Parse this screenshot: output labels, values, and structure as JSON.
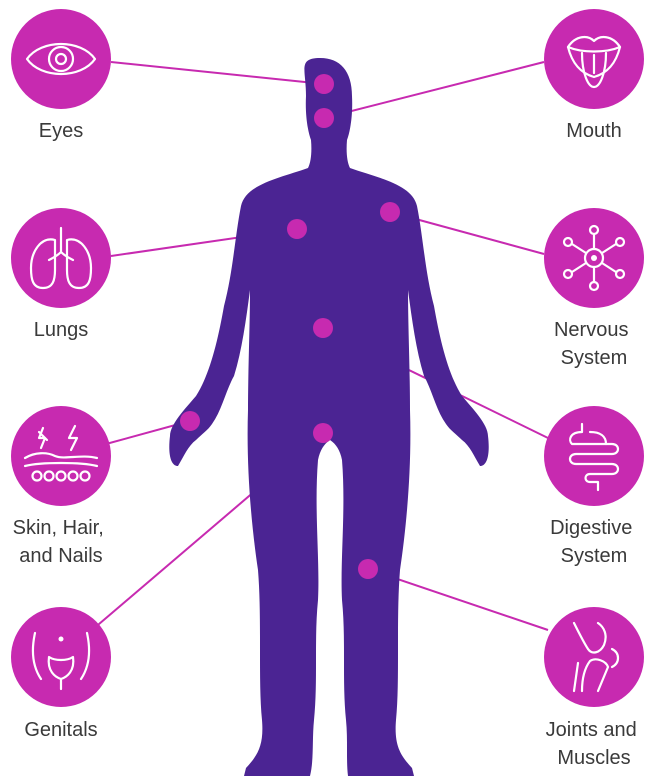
{
  "colors": {
    "body": "#4b2493",
    "accent": "#c72ab0",
    "connector": "#c72ab0",
    "label_text": "#3a3a3a",
    "icon_stroke": "#ffffff"
  },
  "body_figure": {
    "icon": "human-silhouette"
  },
  "body_parts": [
    {
      "key": "eyes",
      "label_lines": [
        "Eyes"
      ],
      "icon": "eye-icon"
    },
    {
      "key": "mouth",
      "label_lines": [
        "Mouth"
      ],
      "icon": "mouth-icon"
    },
    {
      "key": "lungs",
      "label_lines": [
        "Lungs"
      ],
      "icon": "lungs-icon"
    },
    {
      "key": "nervous",
      "label_lines": [
        "Nervous",
        "System"
      ],
      "icon": "neuron-icon"
    },
    {
      "key": "skin",
      "label_lines": [
        "Skin, Hair,",
        "and Nails"
      ],
      "icon": "skin-icon"
    },
    {
      "key": "digestive",
      "label_lines": [
        "Digestive",
        "System"
      ],
      "icon": "intestine-icon"
    },
    {
      "key": "genitals",
      "label_lines": [
        "Genitals"
      ],
      "icon": "pelvis-icon"
    },
    {
      "key": "joints",
      "label_lines": [
        "Joints and",
        "Muscles"
      ],
      "icon": "knee-joint-icon"
    }
  ]
}
